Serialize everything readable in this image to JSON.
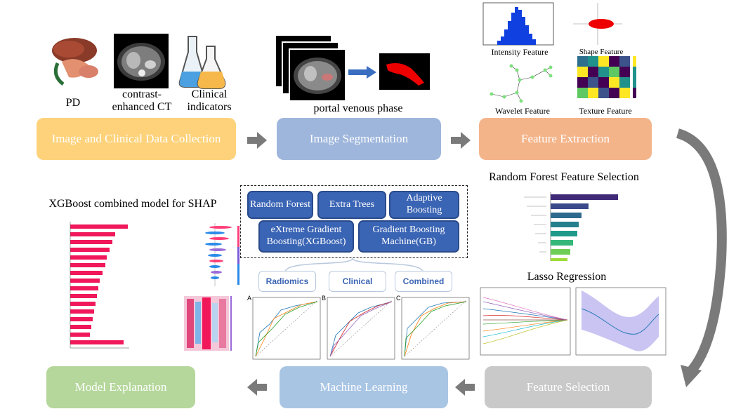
{
  "stages": {
    "data_collection": "Image and Clinical Data Collection",
    "segmentation": "Image Segmentation",
    "feature_extraction": "Feature Extraction",
    "feature_selection": "Feature Selection",
    "machine_learning": "Machine Learning",
    "model_explanation": "Model Explanation"
  },
  "data_collection": {
    "pd_label": "PD",
    "ct_label": "contrast-enhanced CT",
    "clinical_label": "Clinical indicators"
  },
  "segmentation": {
    "phase_label": "portal venous phase"
  },
  "feature_extraction": {
    "intensity": "Intensity Feature",
    "shape": "Shape Feature",
    "wavelet": "Wavelet Feature",
    "texture": "Texture Feature"
  },
  "feature_selection": {
    "rf_title": "Random Forest Feature Selection",
    "lasso_title": "Lasso Regression"
  },
  "machine_learning": {
    "models": [
      "Random Forest",
      "Extra Trees",
      "Adaptive Boosting",
      "eXtreme Gradient Boosting(XGBoost)",
      "Gradient Boosting Machine(GB)"
    ],
    "datasets": [
      "Radiomics",
      "Clinical",
      "Combined"
    ],
    "panels": [
      "A",
      "B",
      "C"
    ]
  },
  "model_explanation": {
    "shap_title": "XGBoost combined model for SHAP"
  },
  "colors": {
    "stage1": "#fdd27a",
    "stage2": "#9eb6dc",
    "stage3": "#f4b48a",
    "stage4": "#c9c9c9",
    "stage5": "#a9c5e4",
    "stage6": "#b5d79b",
    "model_fill": "#3a64b4",
    "arrow": "#7a7a7a"
  }
}
